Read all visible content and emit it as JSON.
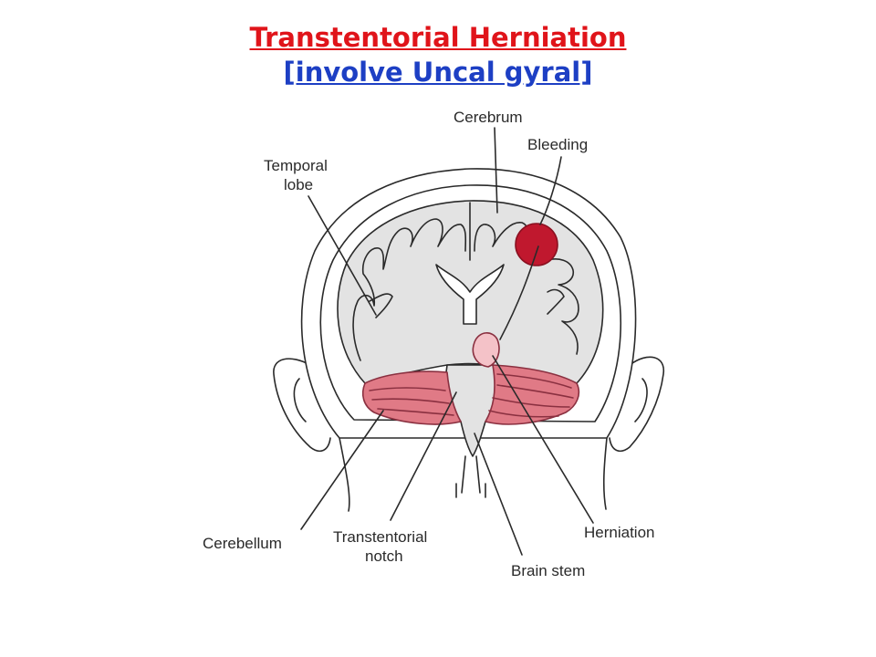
{
  "title": "Transtentorial Herniation",
  "subtitle": "[involve Uncal gyral]",
  "labels": {
    "cerebrum": "Cerebrum",
    "bleeding": "Bleeding",
    "temporal_lobe_line1": "Temporal",
    "temporal_lobe_line2": "lobe",
    "cerebellum": "Cerebellum",
    "notch_line1": "Transtentorial",
    "notch_line2": "notch",
    "brain_stem": "Brain stem",
    "herniation": "Herniation"
  },
  "colors": {
    "title": "#e0141a",
    "subtitle": "#1d3fc4",
    "bleeding": "#c0182e",
    "cerebellum": "#e07a86",
    "brain": "#e3e3e3",
    "skull": "#ffffff",
    "outline": "#2a2a2a"
  }
}
